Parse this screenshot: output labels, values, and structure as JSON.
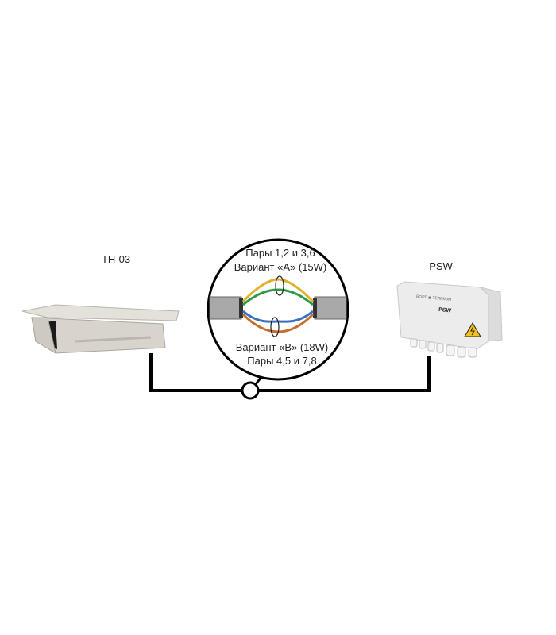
{
  "devices": {
    "camera": {
      "label": "TH-03"
    },
    "switch": {
      "label": "PSW",
      "box_label": "PSW",
      "logo_text": "БОРТ ТЕЛЕКОМ"
    }
  },
  "cable_detail": {
    "variant_a": {
      "pairs": "Пары 1,2 и 3,6",
      "title": "Вариант «A» (15W)"
    },
    "variant_b": {
      "title": "Вариант «B» (18W)",
      "pairs": "Пары 4,5 и 7,8"
    }
  },
  "colors": {
    "yellow": "#e0b12a",
    "green": "#2e9a48",
    "blue": "#3a6fc0",
    "orange": "#c56d2a",
    "line": "#000000"
  }
}
